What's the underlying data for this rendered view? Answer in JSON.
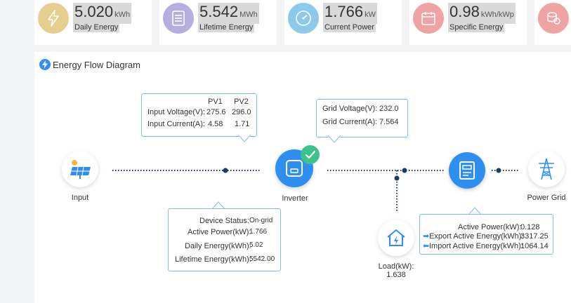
{
  "kpis": [
    {
      "value": "5.020",
      "unit": "kWh",
      "label": "Daily Energy",
      "icon": "lightning-icon",
      "color": "#e6cf8e"
    },
    {
      "value": "5.542",
      "unit": "MWh",
      "label": "Lifetime Energy",
      "icon": "meter-icon",
      "color": "#b6aedf"
    },
    {
      "value": "1.766",
      "unit": "kW",
      "label": "Current Power",
      "icon": "gauge-icon",
      "color": "#8ec8ea"
    },
    {
      "value": "0.98",
      "unit": "kWh/kWp",
      "label": "Specific Energy",
      "icon": "calendar-icon",
      "color": "#efa3a3"
    },
    {
      "icon": "coins-icon",
      "color": "#efa3a3"
    }
  ],
  "diagram": {
    "title": "Energy Flow Diagram",
    "input": {
      "label": "Input",
      "col_pv1": "PV1",
      "col_pv2": "PV2",
      "voltage_label": "Input Voltage(V):",
      "voltage_pv1": "275.6",
      "voltage_pv2": "296.0",
      "current_label": "Input Current(A):",
      "current_pv1": "4.58",
      "current_pv2": "1.71"
    },
    "grid_tip": {
      "voltage_label": "Grid Voltage(V):",
      "voltage_value": "232.0",
      "current_label": "Grid Current(A):",
      "current_value": "7.564"
    },
    "inverter": {
      "label": "Inverter",
      "status_label": "Device Status:",
      "status_value": "On-grid",
      "active_label": "Active Power(kW):",
      "active_value": "1.766",
      "daily_label": "Daily Energy(kWh):",
      "daily_value": "5.02",
      "lifetime_label": "Lifetime Energy(kWh):",
      "lifetime_value": "5542.00"
    },
    "load": {
      "label": "Load(kW):",
      "value": "1.638"
    },
    "meter": {
      "active_label": "Active Power(kW):",
      "active_value": "0.128",
      "export_label": "Export Active Energy(kWh):",
      "export_value": "3317.25",
      "import_label": "Import Active Energy(kWh):",
      "import_value": "1064.14"
    },
    "grid": {
      "label": "Power Grid"
    }
  },
  "colors": {
    "accent": "#2f8ff0",
    "status_ok": "#3cc38b",
    "flow_line": "#1f3a5c",
    "tooltip_border": "#7fbcf2"
  }
}
